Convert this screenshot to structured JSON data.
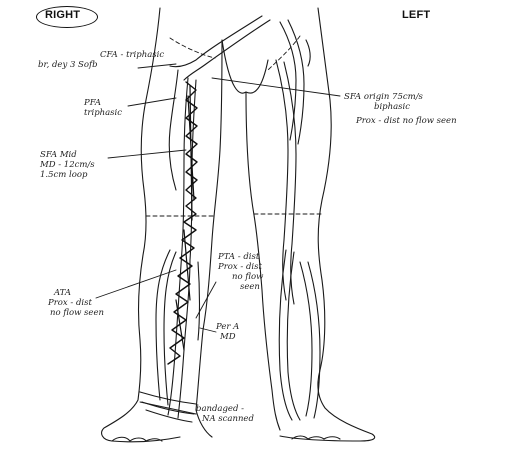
{
  "sides": {
    "right": "RIGHT",
    "left": "LEFT"
  },
  "annotations": {
    "cfa_line1": "CFA - triphasic",
    "cfa_line2": "br, dey 3 Sofb",
    "pfa_line1": "PFA",
    "pfa_line2": "triphasic",
    "sfa_mid_line1": "SFA Mid",
    "sfa_mid_line2": "MD - 12cm/s",
    "sfa_mid_line3": "1.5cm loop",
    "sfa_origin_line1": "SFA origin 75cm/s",
    "sfa_origin_line2": "biphasic",
    "sfa_origin_line3": "Prox - dist no flow seen",
    "pta_line1": "PTA - dist",
    "pta_line2": "Prox - dist",
    "pta_line3": "no flow",
    "pta_line4": "seen",
    "ata_line1": "ATA",
    "ata_line2": "Prox - dist",
    "ata_line3": "no flow seen",
    "pera_line1": "Per A",
    "pera_line2": "MD",
    "bandaged_line1": "bandaged -",
    "bandaged_line2": "NA scanned"
  }
}
